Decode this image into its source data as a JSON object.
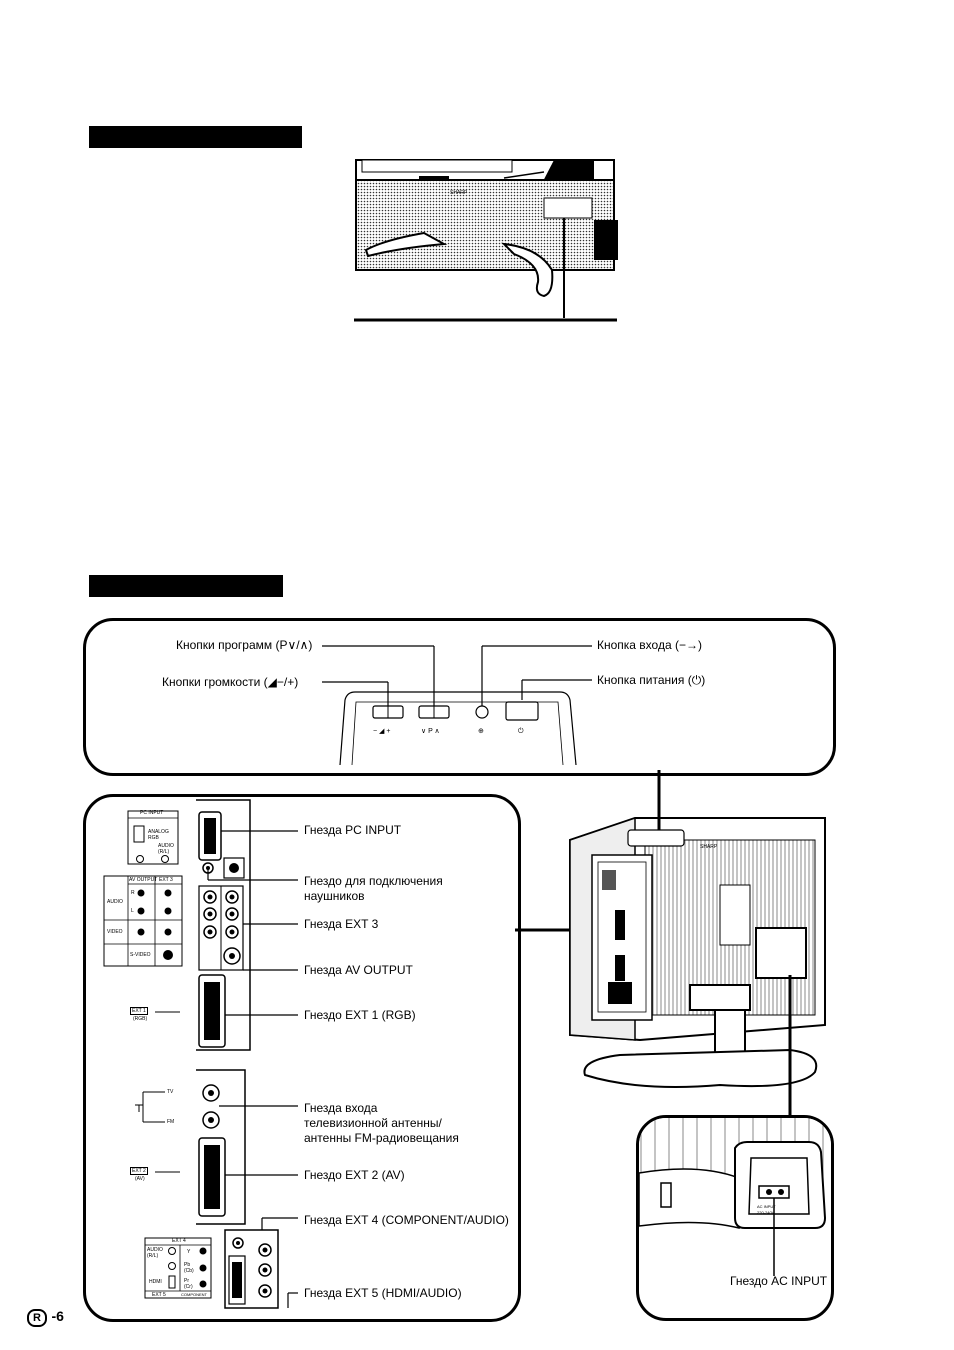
{
  "top_panel": {
    "labels": {
      "program_buttons": "Кнопки программ (P∨/∧)",
      "volume_buttons": "Кнопки громкости (◢−/+)",
      "input_button": "Кнопка входа (−→)",
      "power_button": "Кнопка питания (⏻)"
    },
    "button_marks": {
      "volume": "− ◢ +",
      "program": "∨ P ∧",
      "input": "⊕",
      "power": "⏻"
    }
  },
  "rear_labels": {
    "pc_input": "Гнезда PC INPUT",
    "headphones": "Гнездо для подключения наушников",
    "ext3": "Гнезда EXT 3",
    "av_output": "Гнезда AV OUTPUT",
    "ext1": "Гнездо EXT 1 (RGB)",
    "antenna": "Гнезда входа телевизионной антенны/антенны FM-радиовещания",
    "ext2": "Гнездо EXT 2 (AV)",
    "ext4": "Гнезда EXT 4 (COMPONENT/AUDIO)",
    "ext5": "Гнезда EXT 5 (HDMI/AUDIO)",
    "ac_input": "Гнездо AC INPUT"
  },
  "terminal_marks": {
    "pc_input": "PC INPUT",
    "analog_rgb": "ANALOG RGB",
    "audio_rl": "AUDIO (R/L)",
    "av_output": "AV OUTPUT",
    "ext3": "EXT 3",
    "audio": "AUDIO",
    "video": "VIDEO",
    "s_video": "S-VIDEO",
    "r": "R",
    "l": "L",
    "ext1": "EXT 1",
    "rgb": "(RGB)",
    "tv": "TV",
    "fm": "FM",
    "ext2": "EXT 2",
    "av": "(AV)",
    "ext4": "EXT 4",
    "ext5": "EXT 5",
    "hdmi": "HDMI",
    "component": "COMPONENT",
    "y": "Y",
    "pb": "Pb (Cb)",
    "pr": "Pr (Cr)",
    "ac_input": "AC INPUT",
    "ac_voltage": "220-240V",
    "brand": "SHARP"
  },
  "page_number": {
    "badge": "R",
    "number": "-6"
  }
}
